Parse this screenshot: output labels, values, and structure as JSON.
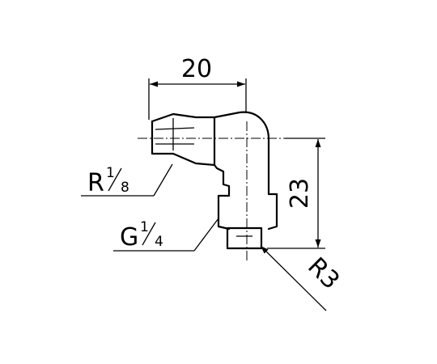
{
  "dimensions": {
    "width_label": "20",
    "height_label": "23"
  },
  "callouts": {
    "thread_r": {
      "main": "R",
      "num": "1",
      "den": "8"
    },
    "thread_g": {
      "main": "G",
      "num": "1",
      "den": "4"
    },
    "radius": "R3"
  }
}
